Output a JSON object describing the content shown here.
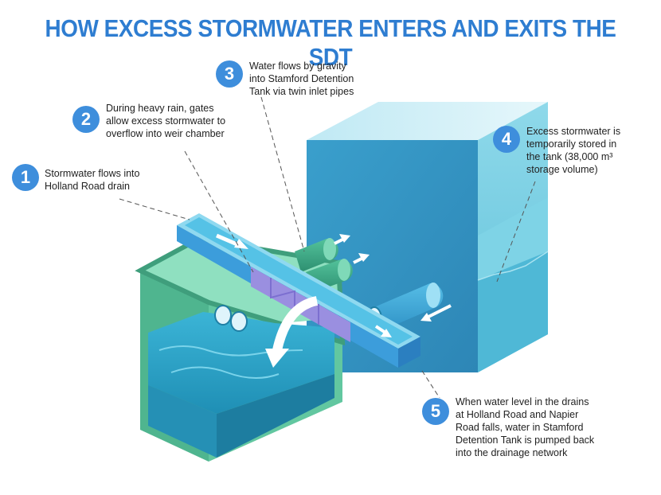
{
  "title": "HOW EXCESS STORMWATER ENTERS AND EXITS THE SDT",
  "steps": [
    {
      "number": "1",
      "lines": [
        "Stormwater flows into",
        "Holland Road drain"
      ]
    },
    {
      "number": "2",
      "lines": [
        "During heavy rain, gates",
        "allow excess stormwater to",
        "overflow into weir chamber"
      ]
    },
    {
      "number": "3",
      "lines": [
        "Water flows by gravity",
        "into Stamford Detention",
        "Tank via twin inlet pipes"
      ]
    },
    {
      "number": "4",
      "lines": [
        "Excess stormwater is",
        "temporarily stored in",
        "the tank (38,000 m³",
        "storage volume)"
      ]
    },
    {
      "number": "5",
      "lines": [
        "When water level in the drains",
        "at Holland Road and Napier",
        "Road falls, water in Stamford",
        "Detention Tank is pumped back",
        "into the drainage network"
      ]
    }
  ],
  "colors": {
    "title": "#2e7dd1",
    "badge": "#3e8edc",
    "tank_front": "#2f8fbf",
    "tank_side": "#7fd0e3",
    "chamber": "#5cbf9a",
    "water": "#2ba6c9"
  }
}
